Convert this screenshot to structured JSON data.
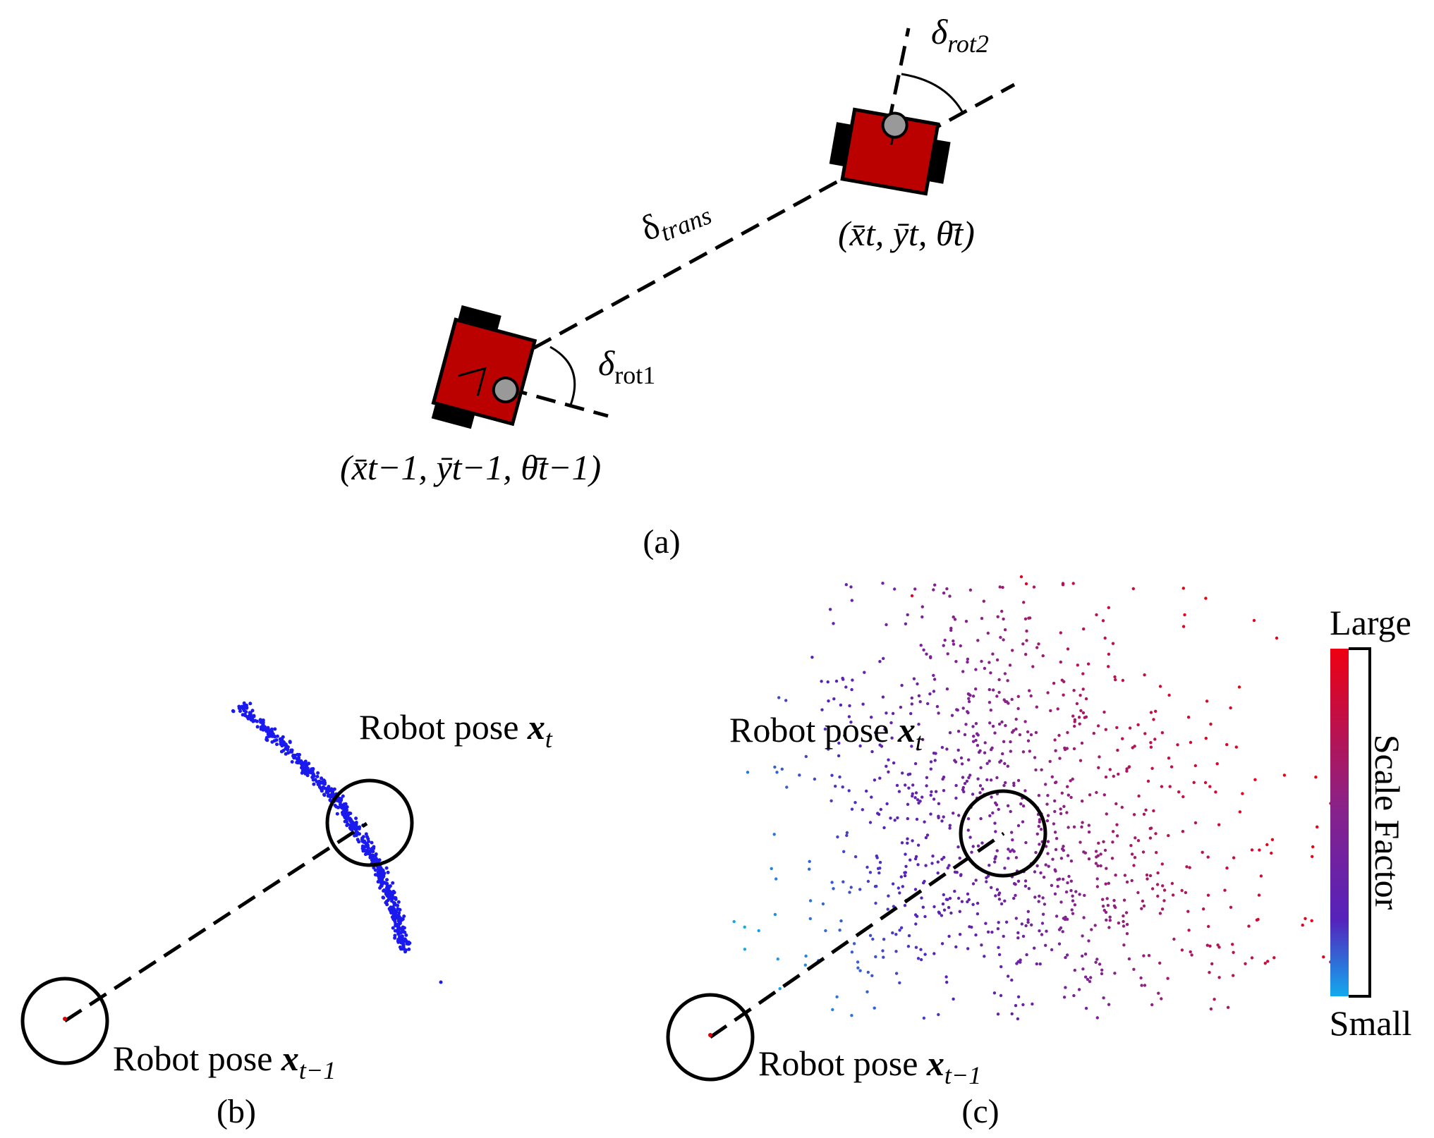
{
  "panel_a": {
    "caption": "(a)",
    "delta_trans": {
      "sym": "δ",
      "sub": "trans"
    },
    "delta_rot1": {
      "sym": "δ",
      "sub": "rot1"
    },
    "delta_rot2": {
      "sym": "δ",
      "sub": "rot2"
    },
    "pose_prev": "(x̄t−1, ȳt−1, θ̄t−1)",
    "pose_curr": "(x̄t, ȳt, θ̄t)",
    "robot_color": "#bb0000"
  },
  "panel_b": {
    "caption": "(b)",
    "label_curr": {
      "text": "Robot pose ",
      "bold": "x",
      "sub": "t"
    },
    "label_prev": {
      "text": "Robot pose ",
      "bold": "x",
      "sub": "t−1"
    },
    "particle_color": "#1a1aee"
  },
  "panel_c": {
    "caption": "(c)",
    "label_curr": {
      "text": "Robot pose ",
      "bold": "x",
      "sub": "t"
    },
    "label_prev": {
      "text": "Robot pose ",
      "bold": "x",
      "sub": "t−1"
    }
  },
  "colorbar": {
    "top_label": "Large",
    "bottom_label": "Small",
    "title": "Scale Factor",
    "colors": [
      "#ee0011",
      "#882288",
      "#5522bb",
      "#11aaee"
    ]
  }
}
